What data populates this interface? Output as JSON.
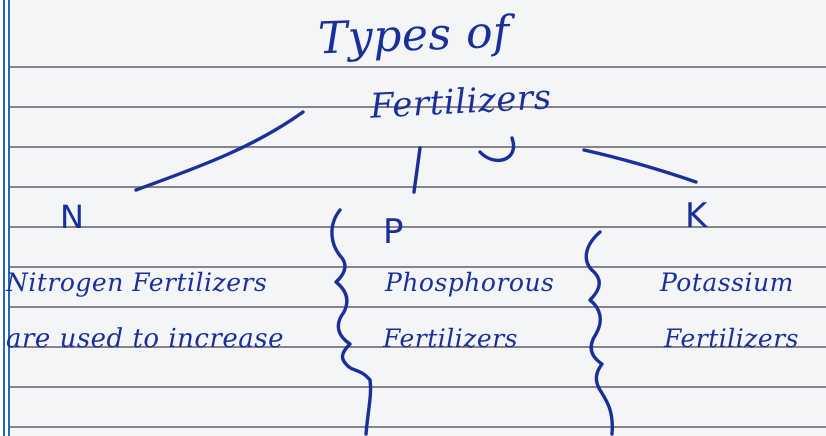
{
  "title": {
    "line1": "Types of",
    "line2": "Fertilizers"
  },
  "branches": [
    {
      "letter": "N",
      "lines": [
        "Nitrogen Fertilizers",
        "are used to increase"
      ]
    },
    {
      "letter": "P",
      "lines": [
        "Phosphorous",
        "Fertilizers"
      ]
    },
    {
      "letter": "K",
      "lines": [
        "Potassium",
        "Fertilizers"
      ]
    }
  ],
  "ink_color": "#1b2f9a",
  "paper": {
    "rule_color": "#28283a",
    "margin_color": "#2a66b8"
  }
}
